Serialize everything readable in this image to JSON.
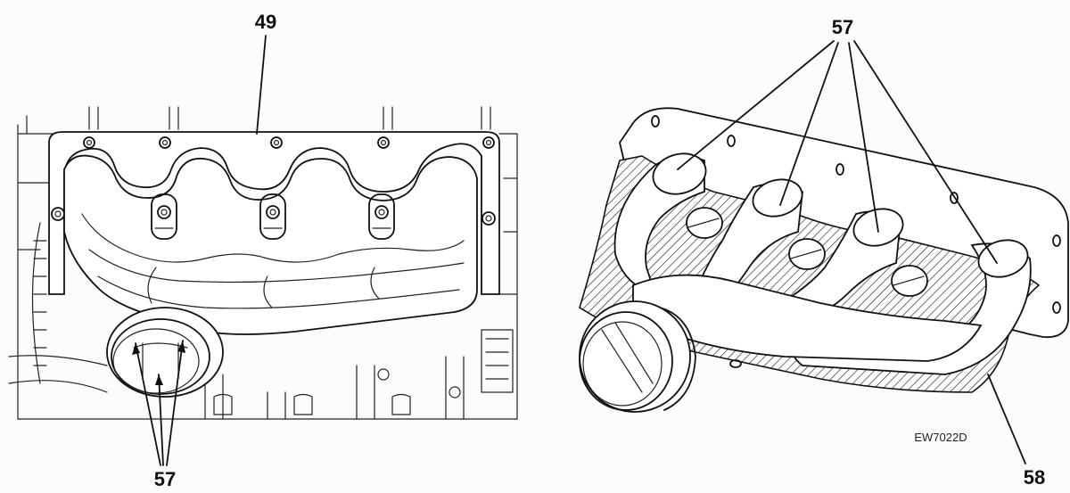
{
  "left_figure": {
    "callout_top": "49",
    "callout_bottom": "57"
  },
  "right_figure": {
    "callout_top": "57",
    "callout_bottom": "58",
    "drawing_code": "EW7022D"
  }
}
